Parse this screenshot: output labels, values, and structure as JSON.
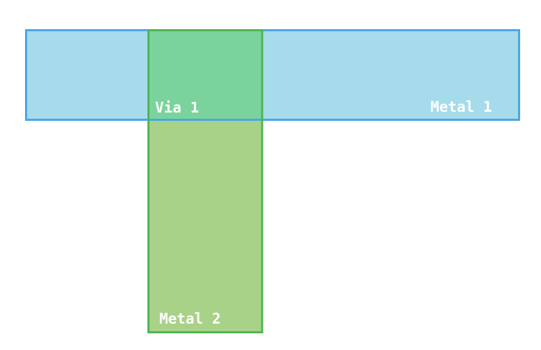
{
  "layers": {
    "metal1": {
      "label": "Metal 1",
      "fill": "#a6dbeb",
      "stroke": "#4aa6e6"
    },
    "metal2": {
      "label": "Metal 2",
      "fill": "#a8d287",
      "stroke": "#4fb552"
    },
    "via1": {
      "label": "Via 1",
      "fill": "#7ad39c",
      "stroke": "#4fb552"
    }
  }
}
